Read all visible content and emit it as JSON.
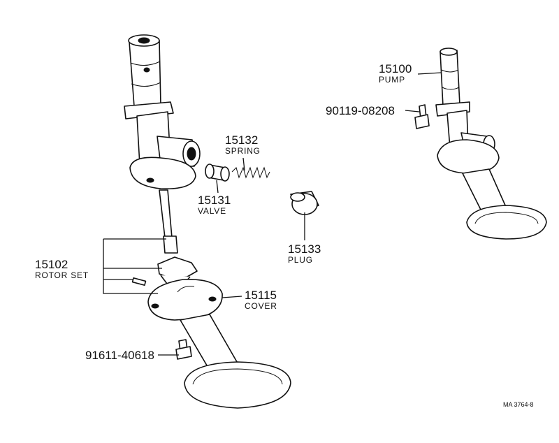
{
  "diagram": {
    "reference": "MA 3764-8",
    "callouts": {
      "pump": {
        "number": "15100",
        "name": "PUMP"
      },
      "bolt_top": {
        "number": "90119-08208"
      },
      "spring": {
        "number": "15132",
        "name": "SPRING"
      },
      "valve": {
        "number": "15131",
        "name": "VALVE"
      },
      "plug": {
        "number": "15133",
        "name": "PLUG"
      },
      "rotor_set": {
        "number": "15102",
        "name": "ROTOR SET"
      },
      "cover": {
        "number": "15115",
        "name": "COVER"
      },
      "bolt_bottom": {
        "number": "91611-40618"
      }
    }
  }
}
